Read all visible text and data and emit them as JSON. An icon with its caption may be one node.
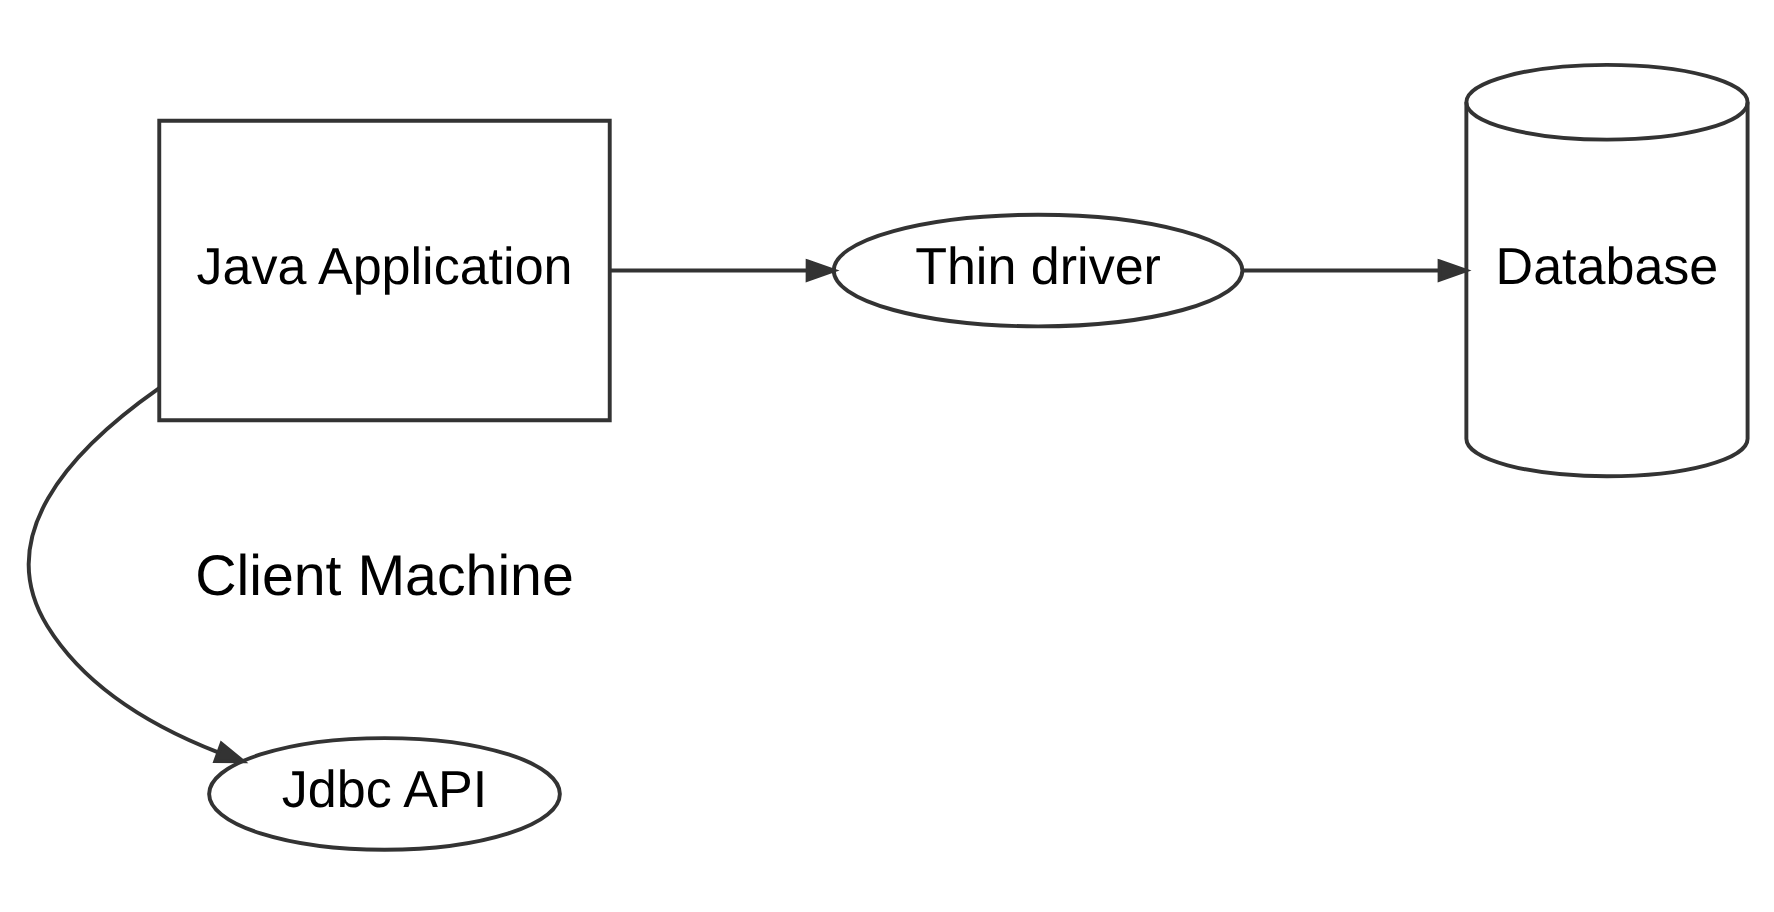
{
  "diagram": {
    "nodes": [
      {
        "text": [
          "Jdbc API"
        ]
      },
      {
        "text": [
          "Java Application"
        ]
      },
      {
        "text": [
          "Thin driver"
        ]
      },
      {
        "text": [
          "Database"
        ]
      }
    ],
    "edges": [
      {
        "from": 1,
        "to": 0,
        "arrow": "to"
      },
      {
        "from": 1,
        "to": 2,
        "arrow": "to"
      },
      {
        "from": 2,
        "to": 3,
        "arrow": "to"
      }
    ],
    "labels": [
      "Client Machine"
    ]
  }
}
